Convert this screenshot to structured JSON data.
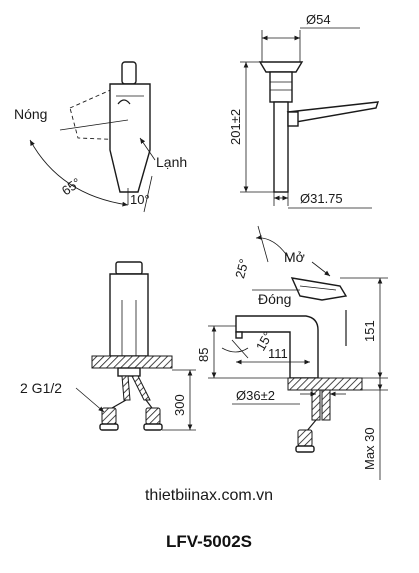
{
  "labels": {
    "hot": "Nóng",
    "cold": "Lạnh",
    "open": "Mở",
    "close": "Đóng",
    "inlet": "2 G1/2"
  },
  "dimensions": {
    "angle_65": "65°",
    "angle_10": "10°",
    "angle_25": "25°",
    "angle_15": "15°",
    "d54": "Ø54",
    "h201": "201±2",
    "d31_75": "Ø31.75",
    "h85": "85",
    "l111": "111",
    "h151": "151",
    "d36": "Ø36±2",
    "h300": "300",
    "max30": "Max 30"
  },
  "footer": {
    "website": "thietbiinax.com.vn",
    "model": "LFV-5002S"
  }
}
